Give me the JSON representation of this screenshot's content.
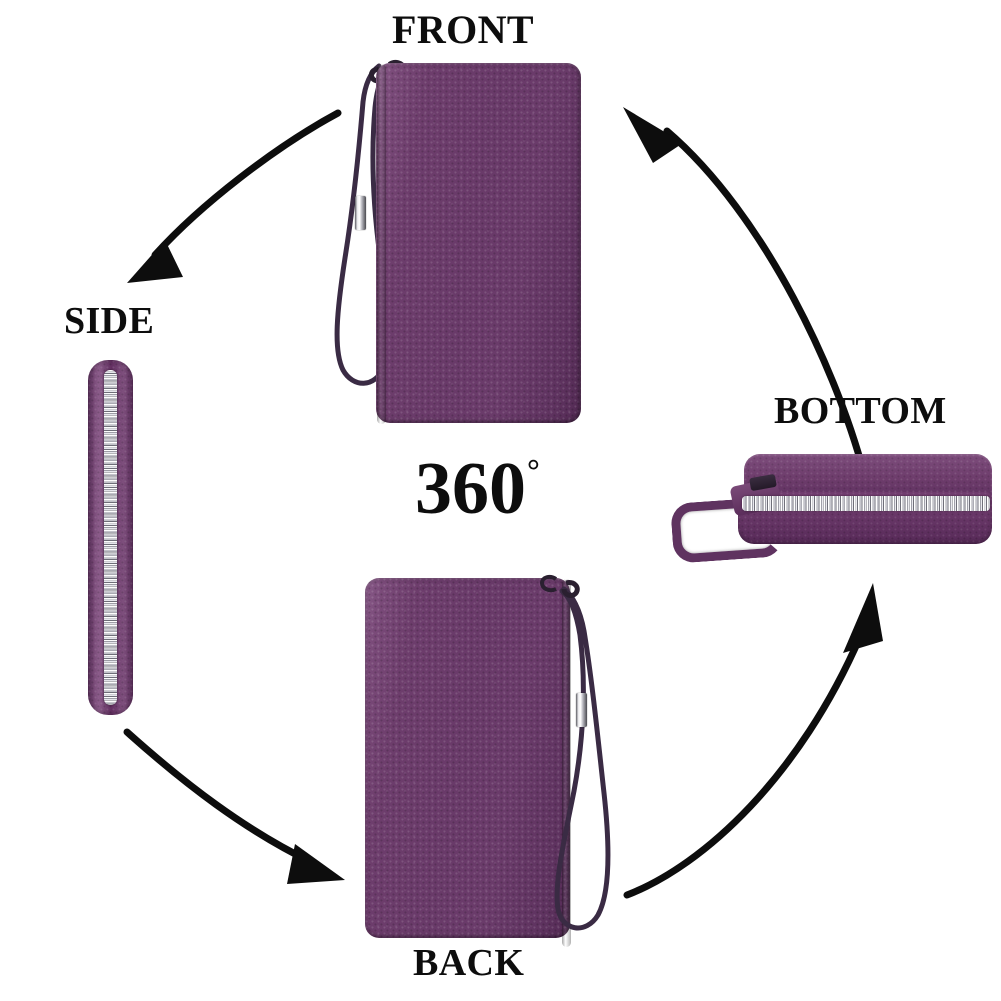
{
  "graphic": {
    "kind": "product-360-view-diagram",
    "background_color": "#ffffff",
    "subject": "zip-around leather wristlet wallet",
    "leather_color_hex": "#6d3d6c",
    "hardware_color_hex": "#e9e9ee",
    "label_color_hex": "#0d0d0d"
  },
  "badge": {
    "number": "360",
    "degree_symbol": "°"
  },
  "views": {
    "front": {
      "label": "FRONT",
      "description": "pebbled purple leather wallet standing upright, wristlet strap on left side"
    },
    "side": {
      "label": "SIDE",
      "description": "narrow edge profile showing full-length silver zipper"
    },
    "bottom": {
      "label": "BOTTOM",
      "description": "wallet laid flat showing zipper along front edge and folded strap loop at left"
    },
    "back": {
      "label": "BACK",
      "description": "pebbled purple leather wallet standing upright, wristlet strap on right side"
    }
  },
  "arrows": [
    {
      "name": "front-to-side",
      "from": "FRONT",
      "to": "SIDE",
      "direction": "down-left"
    },
    {
      "name": "side-to-back",
      "from": "SIDE",
      "to": "BACK",
      "direction": "down-right"
    },
    {
      "name": "back-to-bottom",
      "from": "BACK",
      "to": "BOTTOM",
      "direction": "up-right"
    },
    {
      "name": "bottom-to-front",
      "from": "BOTTOM",
      "to": "FRONT",
      "direction": "up-left"
    }
  ]
}
